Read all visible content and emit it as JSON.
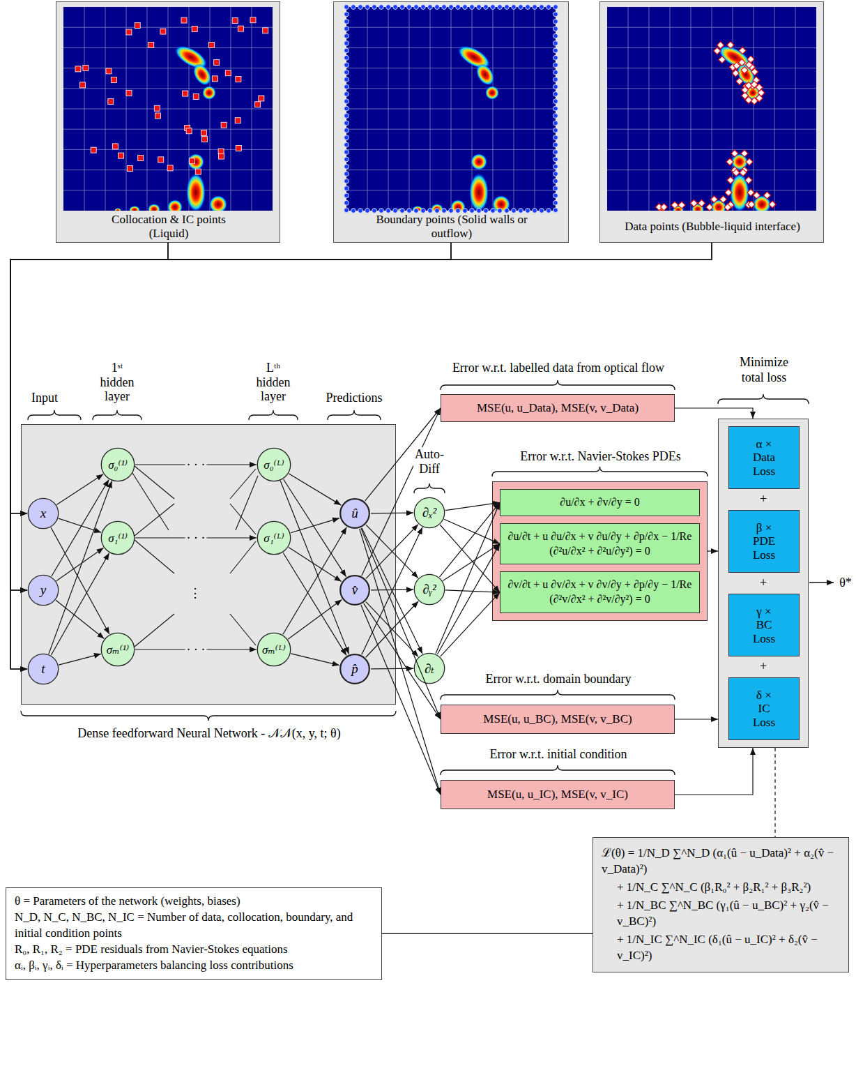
{
  "diagram": {
    "nodes": [
      {
        "text": [
          "Collocation & IC points (Liquid)"
        ]
      },
      {
        "text": [
          "Boundary points (Solid walls or outflow)"
        ]
      },
      {
        "text": [
          "Data points (Bubble-liquid interface)"
        ]
      },
      {
        "text": [
          "Dense feedforward Neural Network - 𝒩𝒩(x, y, t; θ)"
        ]
      },
      {
        "text": [
          "x"
        ],
        "in": 3
      },
      {
        "text": [
          "y"
        ],
        "in": 3
      },
      {
        "text": [
          "t"
        ],
        "in": 3
      },
      {
        "text": [
          "σ₀⁽¹⁾"
        ],
        "in": 3
      },
      {
        "text": [
          "σ₁⁽¹⁾"
        ],
        "in": 3
      },
      {
        "text": [
          "σₘ⁽¹⁾"
        ],
        "in": 3
      },
      {
        "text": [
          "σ₀⁽ᴸ⁾"
        ],
        "in": 3
      },
      {
        "text": [
          "σ₁⁽ᴸ⁾"
        ],
        "in": 3
      },
      {
        "text": [
          "σₘ⁽ᴸ⁾"
        ],
        "in": 3
      },
      {
        "text": [
          "û"
        ],
        "in": 3
      },
      {
        "text": [
          "v̂"
        ],
        "in": 3
      },
      {
        "text": [
          "p̂"
        ],
        "in": 3
      },
      {
        "text": [
          "∂ₓ²"
        ]
      },
      {
        "text": [
          "∂ᵧ²"
        ]
      },
      {
        "text": [
          "∂ₜ"
        ]
      },
      {
        "text": [
          "Error w.r.t. labelled data from optical flow",
          "MSE(u, u_Data), MSE(v, v_Data)"
        ]
      },
      {
        "text": [
          "Error w.r.t. Navier-Stokes PDEs"
        ]
      },
      {
        "text": [
          "∂u/∂x + ∂v/∂y = 0"
        ],
        "in": 20
      },
      {
        "text": [
          "∂u/∂t + u ∂u/∂x + v ∂u/∂y + ∂p/∂x − 1/Re (∂²u/∂x² + ∂²u/∂y²) = 0"
        ],
        "in": 20
      },
      {
        "text": [
          "∂v/∂t + u ∂v/∂x + v ∂v/∂y + ∂p/∂y − 1/Re (∂²v/∂x² + ∂²v/∂y²) = 0"
        ],
        "in": 20
      },
      {
        "text": [
          "Error w.r.t. domain boundary",
          "MSE(u, u_BC), MSE(v, v_BC)"
        ]
      },
      {
        "text": [
          "Error w.r.t. initial condition",
          "MSE(u, u_IC), MSE(v, v_IC)"
        ]
      },
      {
        "text": [
          "Minimize total loss"
        ]
      },
      {
        "text": [
          "α × Data Loss"
        ],
        "in": 26
      },
      {
        "text": [
          "β × PDE Loss"
        ],
        "in": 26
      },
      {
        "text": [
          "γ × BC Loss"
        ],
        "in": 26
      },
      {
        "text": [
          "δ × IC Loss"
        ],
        "in": 26
      },
      {
        "text": [
          "θ = Parameters of the network (weights, biases)",
          "N_D, N_C, N_BC, N_IC = Number of data, collocation, boundary, and initial condition points",
          "R₀, R₁, R₂ = PDE residuals from Navier-Stokes equations",
          "αᵢ, βᵢ, γᵢ, δᵢ = Hyperparameters balancing loss contributions"
        ]
      },
      {
        "text": [
          "ℒ(θ) = 1/N_D ∑^N_D (α₁(û − u_Data)² + α₂(v̂ − v_Data)²)",
          "+ 1/N_C ∑^N_C (β₁R₀² + β₂R₁² + β₃R₂²)",
          "+ 1/N_BC ∑^N_BC (γ₁(û − u_BC)² + γ₂(v̂ − v_BC)²)",
          "+ 1/N_IC ∑^N_IC (δ₁(û − u_IC)² + δ₂(v̂ − v_IC)²)"
        ]
      }
    ],
    "edges": [
      {
        "from": 0,
        "to": 4,
        "arrow": "to"
      },
      {
        "from": 0,
        "to": 5,
        "arrow": "to"
      },
      {
        "from": 0,
        "to": 6,
        "arrow": "to"
      },
      {
        "from": 1,
        "to": 4,
        "arrow": "to"
      },
      {
        "from": 1,
        "to": 5,
        "arrow": "to"
      },
      {
        "from": 1,
        "to": 6,
        "arrow": "to"
      },
      {
        "from": 2,
        "to": 4,
        "arrow": "to"
      },
      {
        "from": 2,
        "to": 5,
        "arrow": "to"
      },
      {
        "from": 2,
        "to": 6,
        "arrow": "to"
      },
      {
        "from": 4,
        "to": 7,
        "arrow": "to"
      },
      {
        "from": 4,
        "to": 8,
        "arrow": "to"
      },
      {
        "from": 4,
        "to": 9,
        "arrow": "to"
      },
      {
        "from": 5,
        "to": 7,
        "arrow": "to"
      },
      {
        "from": 5,
        "to": 8,
        "arrow": "to"
      },
      {
        "from": 5,
        "to": 9,
        "arrow": "to"
      },
      {
        "from": 6,
        "to": 7,
        "arrow": "to"
      },
      {
        "from": 6,
        "to": 8,
        "arrow": "to"
      },
      {
        "from": 6,
        "to": 9,
        "arrow": "to"
      },
      {
        "from": 7,
        "to": 10,
        "label": "· · ·",
        "arrow": "to"
      },
      {
        "from": 8,
        "to": 11,
        "label": "· · ·",
        "arrow": "to"
      },
      {
        "from": 9,
        "to": 12,
        "label": "· · ·",
        "arrow": "to"
      },
      {
        "from": 10,
        "to": 13,
        "arrow": "to"
      },
      {
        "from": 10,
        "to": 14,
        "arrow": "to"
      },
      {
        "from": 10,
        "to": 15,
        "arrow": "to"
      },
      {
        "from": 11,
        "to": 13,
        "arrow": "to"
      },
      {
        "from": 11,
        "to": 14,
        "arrow": "to"
      },
      {
        "from": 11,
        "to": 15,
        "arrow": "to"
      },
      {
        "from": 12,
        "to": 13,
        "arrow": "to"
      },
      {
        "from": 12,
        "to": 14,
        "arrow": "to"
      },
      {
        "from": 12,
        "to": 15,
        "arrow": "to"
      },
      {
        "from": 13,
        "to": 19,
        "arrow": "to"
      },
      {
        "from": 14,
        "to": 19,
        "arrow": "to"
      },
      {
        "from": 13,
        "to": 16,
        "arrow": "to"
      },
      {
        "from": 13,
        "to": 17,
        "arrow": "to"
      },
      {
        "from": 13,
        "to": 18,
        "arrow": "to"
      },
      {
        "from": 14,
        "to": 16,
        "arrow": "to"
      },
      {
        "from": 14,
        "to": 17,
        "arrow": "to"
      },
      {
        "from": 14,
        "to": 18,
        "arrow": "to"
      },
      {
        "from": 15,
        "to": 16,
        "arrow": "to"
      },
      {
        "from": 15,
        "to": 17,
        "arrow": "to"
      },
      {
        "from": 15,
        "to": 18,
        "arrow": "to"
      },
      {
        "from": 16,
        "to": 21,
        "arrow": "to"
      },
      {
        "from": 16,
        "to": 22,
        "arrow": "to"
      },
      {
        "from": 16,
        "to": 23,
        "arrow": "to"
      },
      {
        "from": 17,
        "to": 21,
        "arrow": "to"
      },
      {
        "from": 17,
        "to": 22,
        "arrow": "to"
      },
      {
        "from": 17,
        "to": 23,
        "arrow": "to"
      },
      {
        "from": 18,
        "to": 21,
        "arrow": "to"
      },
      {
        "from": 18,
        "to": 22,
        "arrow": "to"
      },
      {
        "from": 18,
        "to": 23,
        "arrow": "to"
      },
      {
        "from": 13,
        "to": 24,
        "arrow": "to"
      },
      {
        "from": 14,
        "to": 24,
        "arrow": "to"
      },
      {
        "from": 13,
        "to": 25,
        "arrow": "to"
      },
      {
        "from": 14,
        "to": 25,
        "arrow": "to"
      },
      {
        "from": 19,
        "to": 26,
        "arrow": "to"
      },
      {
        "from": 20,
        "to": 26,
        "arrow": "to"
      },
      {
        "from": 24,
        "to": 26,
        "arrow": "to"
      },
      {
        "from": 25,
        "to": 26,
        "arrow": "to"
      },
      {
        "from": 26,
        "to": 32,
        "arrow": "none"
      },
      {
        "from": 31,
        "to": 32,
        "arrow": "none"
      }
    ],
    "labels": [
      "Input",
      "1ˢᵗ hidden layer",
      "Lᵗʰ hidden layer",
      "Predictions",
      "Auto-Diff",
      "⋮",
      "+",
      "+",
      "+",
      "θ*"
    ]
  }
}
